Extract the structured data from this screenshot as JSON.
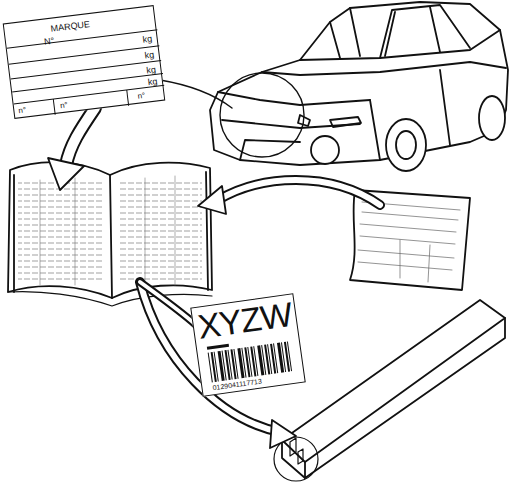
{
  "diagram": {
    "nodes": [
      {
        "text": [
          "MARQUE",
          "N°",
          "kg",
          "kg",
          "kg",
          "kg",
          "n°",
          "n°",
          "n°"
        ]
      },
      {
        "text": [
          "XYZW",
          "0129041117713"
        ]
      }
    ]
  }
}
